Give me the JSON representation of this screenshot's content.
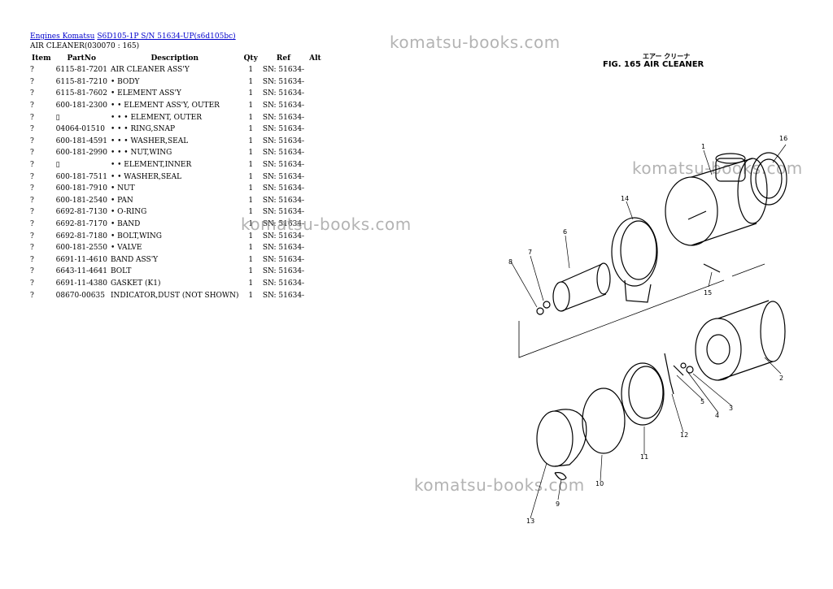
{
  "breadcrumb": {
    "link1": "Engines Komatsu",
    "link2": "S6D105-1P S/N 51634-UP(s6d105bc)"
  },
  "subtitle": "AIR CLEANER(030070 : 165)",
  "table": {
    "headers": [
      "Item",
      "PartNo",
      "Description",
      "Qty",
      "Ref",
      "Alt"
    ],
    "rows": [
      {
        "item": "?",
        "part": "6115-81-7201",
        "desc": "AIR CLEANER ASS'Y",
        "qty": "1",
        "ref": "SN: 51634-"
      },
      {
        "item": "?",
        "part": "6115-81-7210",
        "desc": "• BODY",
        "qty": "1",
        "ref": "SN: 51634-"
      },
      {
        "item": "?",
        "part": "6115-81-7602",
        "desc": "• ELEMENT ASS'Y",
        "qty": "1",
        "ref": "SN: 51634-"
      },
      {
        "item": "?",
        "part": "600-181-2300",
        "desc": "• • ELEMENT ASS'Y, OUTER",
        "qty": "1",
        "ref": "SN: 51634-"
      },
      {
        "item": "?",
        "part": "▯",
        "desc": "• • • ELEMENT, OUTER",
        "qty": "1",
        "ref": "SN: 51634-"
      },
      {
        "item": "?",
        "part": "04064-01510",
        "desc": "• • • RING,SNAP",
        "qty": "1",
        "ref": "SN: 51634-"
      },
      {
        "item": "?",
        "part": "600-181-4591",
        "desc": "• • • WASHER,SEAL",
        "qty": "1",
        "ref": "SN: 51634-"
      },
      {
        "item": "?",
        "part": "600-181-2990",
        "desc": "• • • NUT,WING",
        "qty": "1",
        "ref": "SN: 51634-"
      },
      {
        "item": "?",
        "part": "▯",
        "desc": "• • ELEMENT,INNER",
        "qty": "1",
        "ref": "SN: 51634-"
      },
      {
        "item": "?",
        "part": "600-181-7511",
        "desc": "• • WASHER,SEAL",
        "qty": "1",
        "ref": "SN: 51634-"
      },
      {
        "item": "?",
        "part": "600-181-7910",
        "desc": "• NUT",
        "qty": "1",
        "ref": "SN: 51634-"
      },
      {
        "item": "?",
        "part": "600-181-2540",
        "desc": "• PAN",
        "qty": "1",
        "ref": "SN: 51634-"
      },
      {
        "item": "?",
        "part": "6692-81-7130",
        "desc": "• O-RING",
        "qty": "1",
        "ref": "SN: 51634-"
      },
      {
        "item": "?",
        "part": "6692-81-7170",
        "desc": "• BAND",
        "qty": "1",
        "ref": "SN: 51634-"
      },
      {
        "item": "?",
        "part": "6692-81-7180",
        "desc": "• BOLT,WING",
        "qty": "1",
        "ref": "SN: 51634-"
      },
      {
        "item": "?",
        "part": "600-181-2550",
        "desc": "• VALVE",
        "qty": "1",
        "ref": "SN: 51634-"
      },
      {
        "item": "?",
        "part": "6691-11-4610",
        "desc": "BAND ASS'Y",
        "qty": "1",
        "ref": "SN: 51634-"
      },
      {
        "item": "?",
        "part": "6643-11-4641",
        "desc": "BOLT",
        "qty": "1",
        "ref": "SN: 51634-"
      },
      {
        "item": "?",
        "part": "6691-11-4380",
        "desc": "GASKET (K1)",
        "qty": "1",
        "ref": "SN: 51634-"
      },
      {
        "item": "?",
        "part": "08670-00635",
        "desc": "INDICATOR,DUST (NOT SHOWN)",
        "qty": "1",
        "ref": "SN: 51634-"
      }
    ]
  },
  "figure": {
    "title_jp": "エアー クリーナ",
    "title": "FIG. 165  AIR CLEANER",
    "callouts": [
      "1",
      "2",
      "3",
      "4",
      "5",
      "6",
      "7",
      "8",
      "9",
      "10",
      "11",
      "12",
      "13",
      "14",
      "15",
      "16"
    ]
  },
  "watermark": "komatsu-books.com"
}
